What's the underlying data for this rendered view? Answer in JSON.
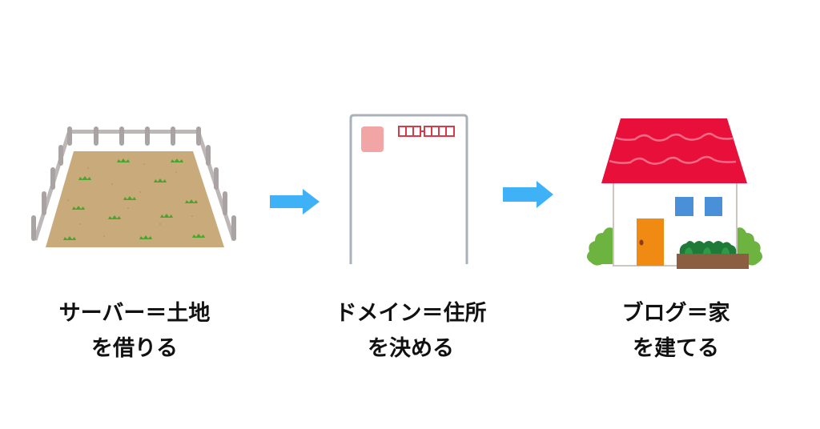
{
  "steps": [
    {
      "id": "server",
      "icon": "fenced-land-icon",
      "caption_line1": "サーバー＝土地",
      "caption_line2": "を借りる"
    },
    {
      "id": "domain",
      "icon": "postcard-icon",
      "caption_line1": "ドメイン＝住所",
      "caption_line2": "を決める"
    },
    {
      "id": "blog",
      "icon": "house-icon",
      "caption_line1": "ブログ＝家",
      "caption_line2": "を建てる"
    }
  ],
  "arrows": [
    {
      "icon": "arrow-right-icon"
    },
    {
      "icon": "arrow-right-icon"
    }
  ],
  "colors": {
    "arrow": "#3fb2f7",
    "soil": "#c9aa7a",
    "grass": "#4aa52e",
    "fence": "#a9a3a3",
    "postcard_border": "#a9b1bb",
    "stamp": "#f2a5a5",
    "postal_box": "#d93a4a",
    "roof": "#e8103a",
    "roof_wave": "#f36a86",
    "window": "#4a90d9",
    "door": "#f08a12",
    "bush": "#6cb33f",
    "planter": "#8b5e42",
    "plants": "#1f7a38",
    "text": "#111111"
  }
}
